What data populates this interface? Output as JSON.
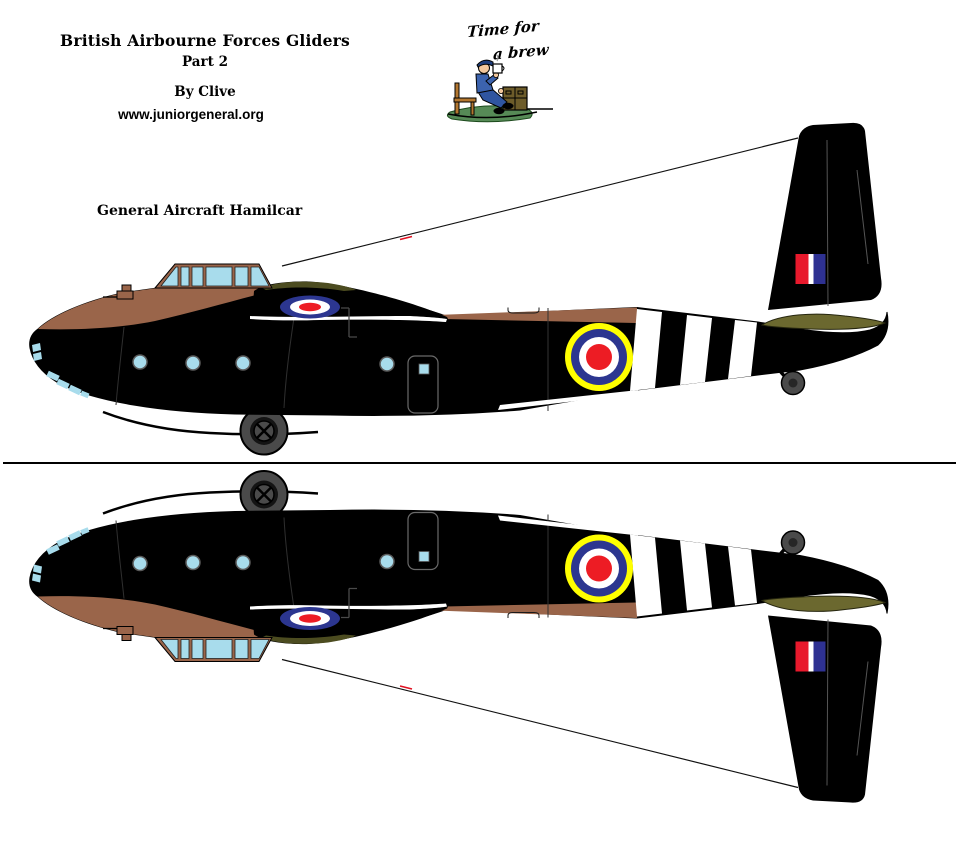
{
  "header": {
    "title": "British Airbourne Forces Gliders",
    "part": "Part 2",
    "byline": "By Clive",
    "url": "www.juniorgeneral.org"
  },
  "brew": {
    "line1": "Time for",
    "line2": "a brew"
  },
  "aircraft": {
    "label": "General Aircraft Hamilcar"
  },
  "icons": {
    "cartoon": "tea-break-soldier",
    "roundel": "raf-roundel",
    "fin_flash": "raf-fin-flash"
  },
  "colors": {
    "fuselage_brown": "#9a654a",
    "window_blue": "#a8dcec",
    "olive_tail": "#6b682f",
    "olive_wing": "#4c4c20",
    "roundel_yellow": "#ffff00",
    "roundel_blue": "#2c3690",
    "roundel_red": "#ed1c24",
    "flash_red": "#e8192c",
    "flash_blue": "#2e3192",
    "wheel_gray": "#4a4a4a",
    "wheel_hub": "#262626",
    "tow_line_red": "#e01020",
    "grass_green": "#568a56",
    "uniform_blue": "#3c63ae",
    "trouser_blue": "#2f55a0",
    "beret_navy": "#1d3d7c",
    "crate_olive": "#6d5c2a",
    "chair_wood": "#b4772f",
    "skin": "#f2c79c"
  }
}
